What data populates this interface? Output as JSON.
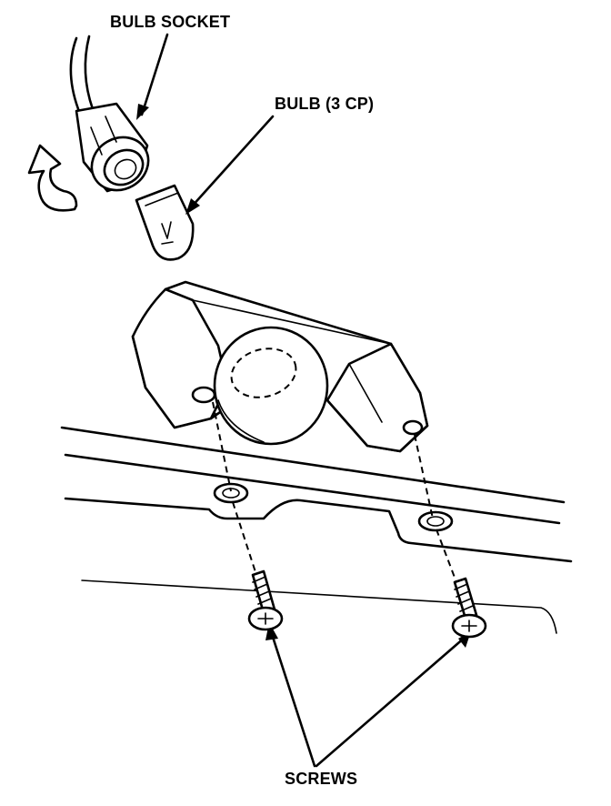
{
  "labels": {
    "bulb_socket": "BULB SOCKET",
    "bulb": "BULB (3 CP)",
    "screws": "SCREWS"
  },
  "colors": {
    "line": "#000000",
    "background": "#ffffff"
  }
}
